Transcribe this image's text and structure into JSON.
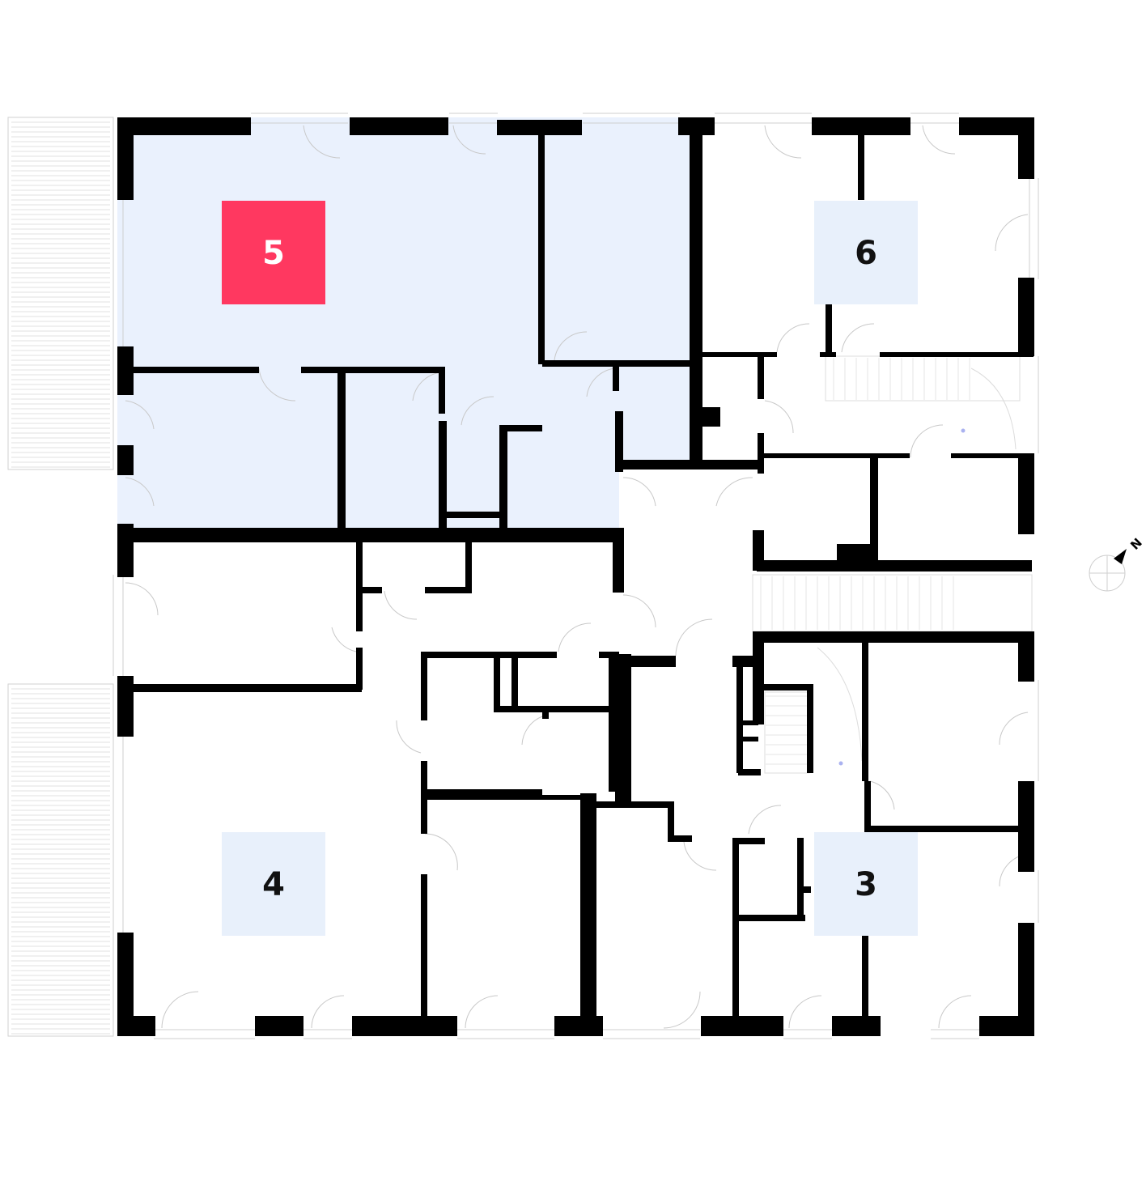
{
  "floorplan": {
    "units": [
      {
        "number": "5",
        "highlighted": true
      },
      {
        "number": "6",
        "highlighted": false
      },
      {
        "number": "4",
        "highlighted": false
      },
      {
        "number": "3",
        "highlighted": false
      }
    ],
    "compass": {
      "letter": "N"
    },
    "colors": {
      "highlight_fill": "#eaf1fd",
      "highlight_badge": "#ff3860",
      "badge_plain": "#e8f0fb",
      "wall": "#000000",
      "thin_line": "#d2d2d2",
      "marker_dot": "#aab2f0"
    }
  }
}
